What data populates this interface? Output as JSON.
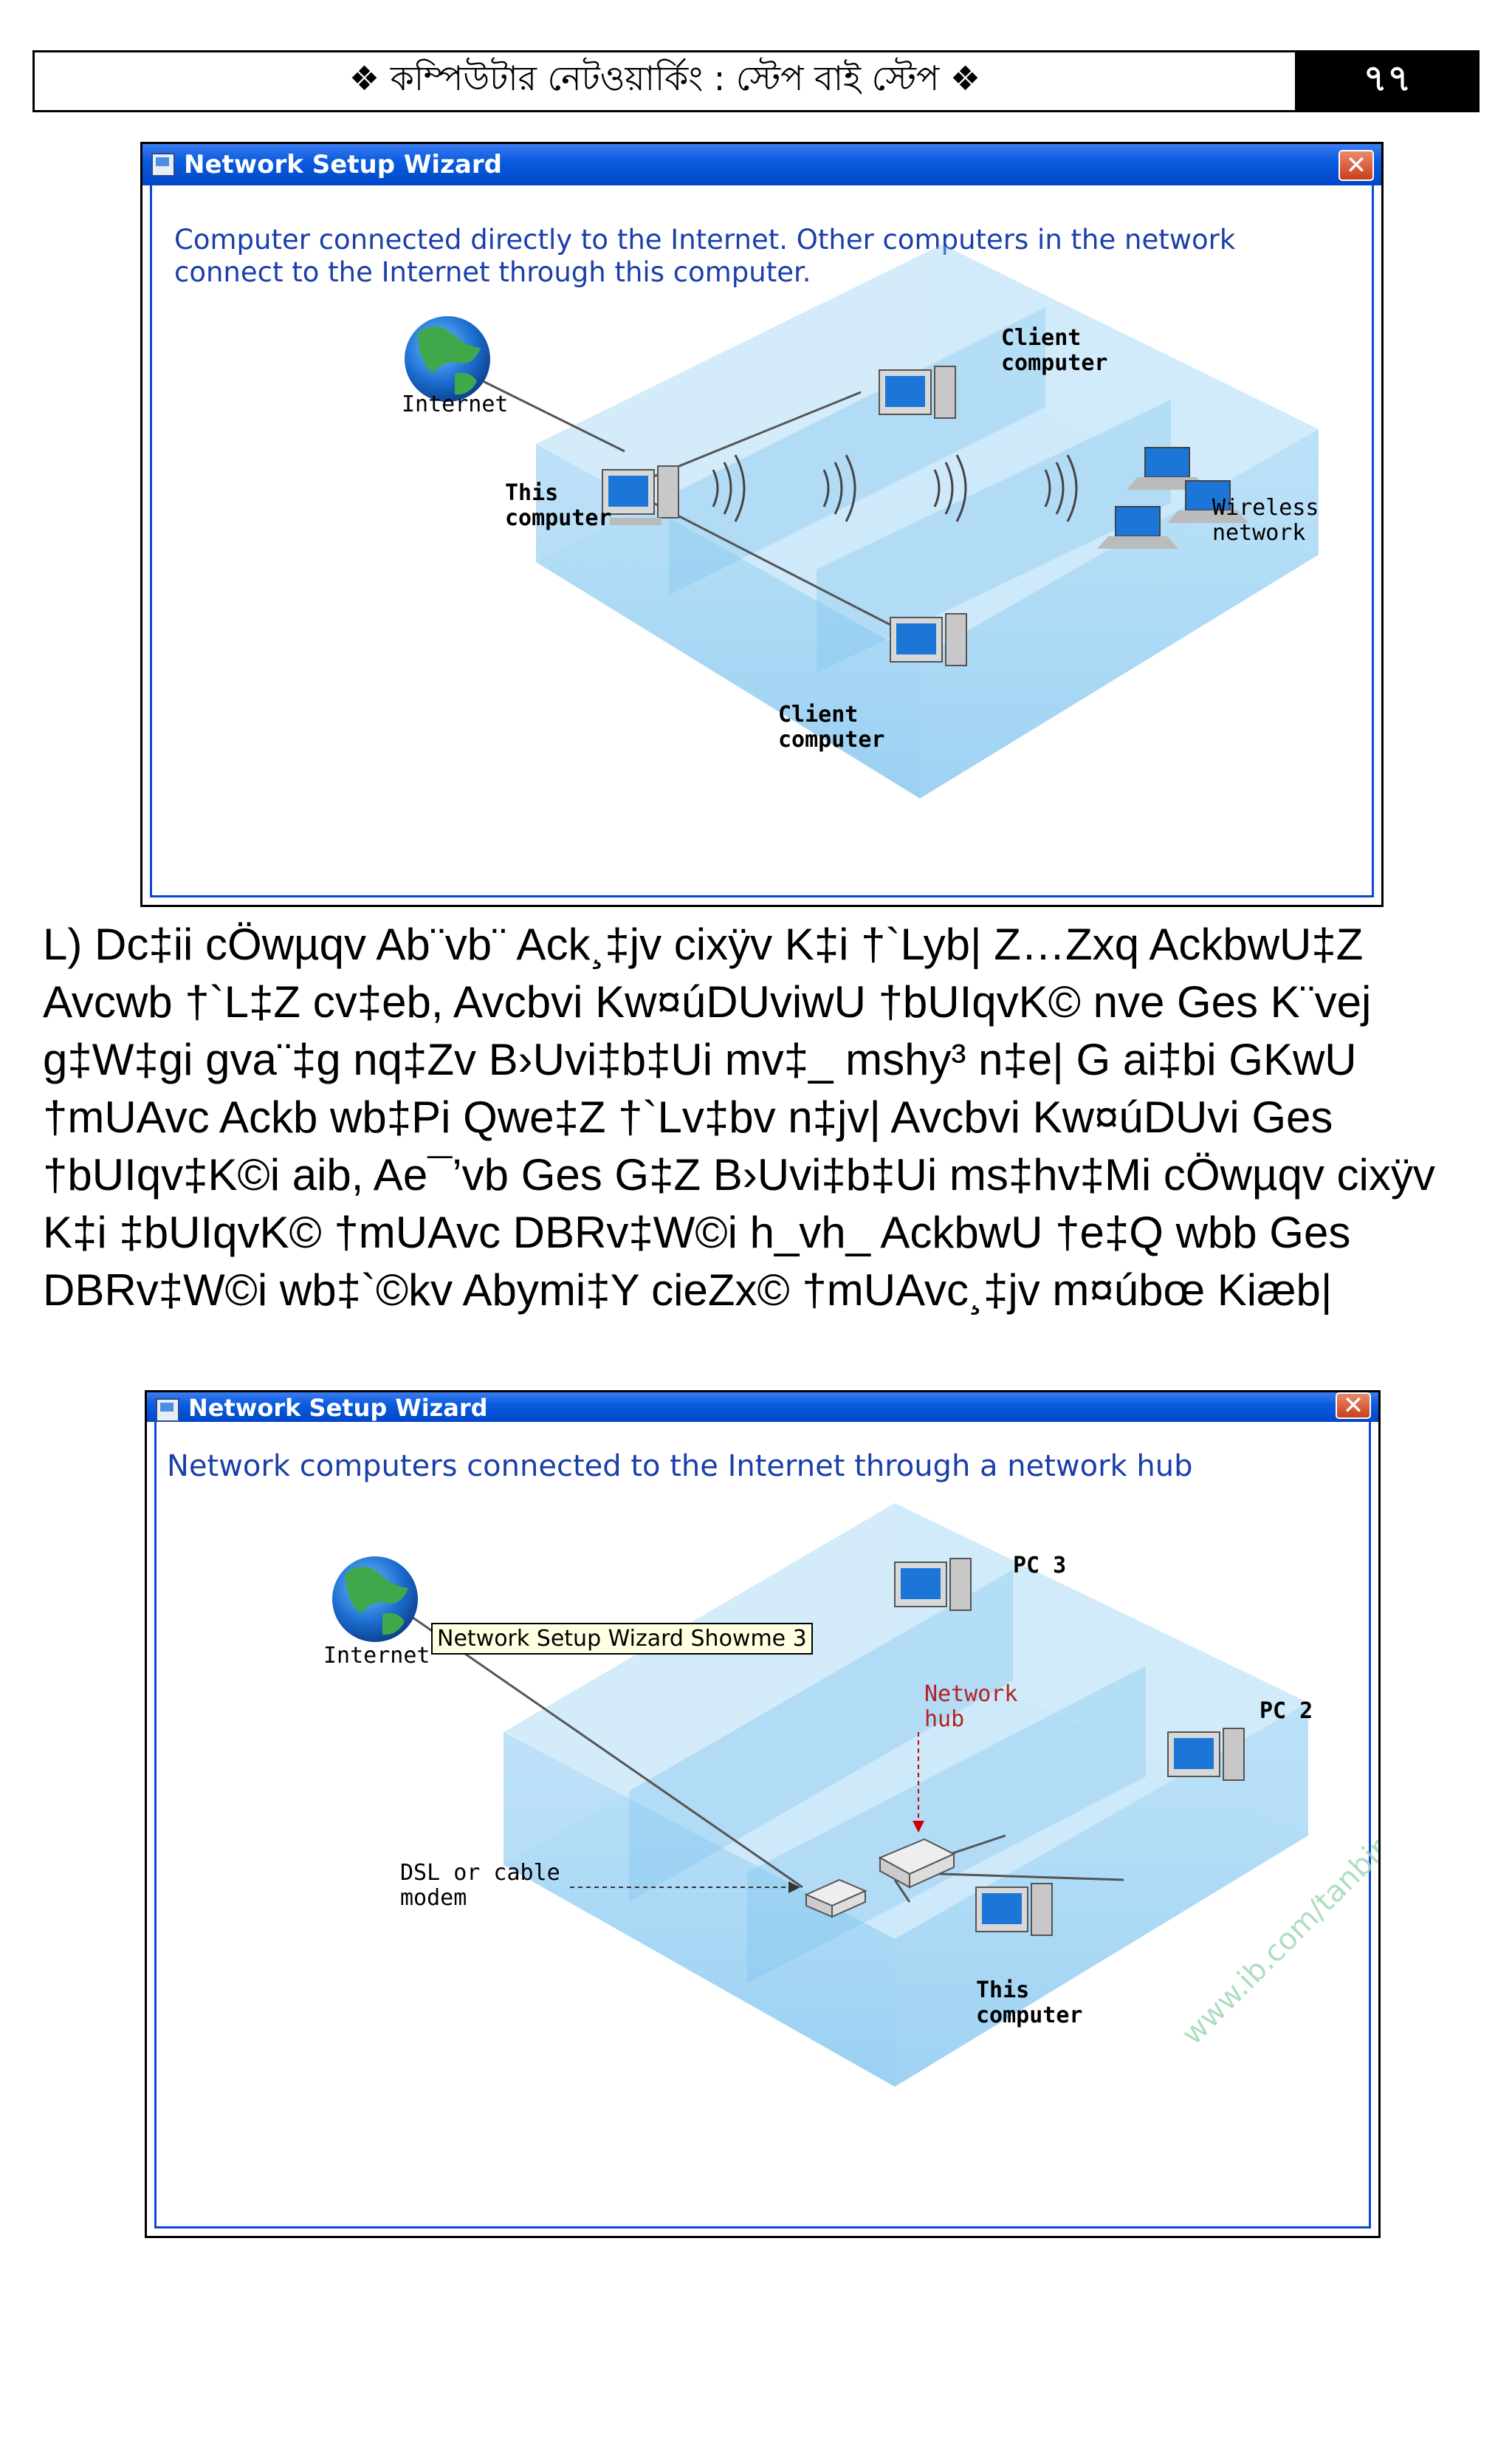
{
  "header": {
    "title": "❖ কম্পিউটার নেটওয়ার্কিং : স্টেপ বাই স্টেপ ❖",
    "page_number": "৭৭"
  },
  "wizard1": {
    "window_title": "Network Setup Wizard",
    "heading": "Computer connected directly to the Internet. Other computers in the network connect to the Internet through this computer.",
    "labels": {
      "internet": "Internet",
      "this_computer": "This\ncomputer",
      "client_top": "Client\ncomputer",
      "client_bottom": "Client\ncomputer",
      "wireless": "Wireless\nnetwork"
    }
  },
  "paragraph": "L) Dc‡ii cÖwµqv Ab¨vb¨ Ack¸‡jv cixÿv K‡i †`Lyb| Z…Zxq AckbwU‡Z Avcwb †`L‡Z cv‡eb, Avcbvi Kw¤úDUviwU †bUIqvK© nve Ges K¨vej g‡W‡gi gva¨‡g nq‡Zv B›Uvi‡b‡Ui mv‡_ mshy³ n‡e| G ai‡bi GKwU †mUAvc Ackb wb‡Pi Qwe‡Z †`Lv‡bv n‡jv| Avcbvi Kw¤úDUvi Ges †bUIqv‡K©i aib, Ae¯’vb Ges G‡Z B›Uvi‡b‡Ui ms‡hv‡Mi cÖwµqv cixÿv K‡i ‡bUIqvK© †mUAvc DBRv‡W©i h_vh_ AckbwU †e‡Q wbb Ges DBRv‡W©i wb‡`©kv Abymi‡Y cieZx© †mUAvc¸‡jv m¤úbœ Kiæb|",
  "wizard2": {
    "window_title": "Network Setup Wizard",
    "heading": "Network computers connected to the Internet through a network hub",
    "labels": {
      "internet": "Internet",
      "pc3": "PC 3",
      "pc2": "PC 2",
      "hub": "Network\nhub",
      "modem": "DSL or cable\nmodem",
      "this_computer": "This\ncomputer"
    },
    "tooltip": "Network Setup Wizard Showme 3",
    "watermark": "www.ib.com/tanbir.cox"
  }
}
